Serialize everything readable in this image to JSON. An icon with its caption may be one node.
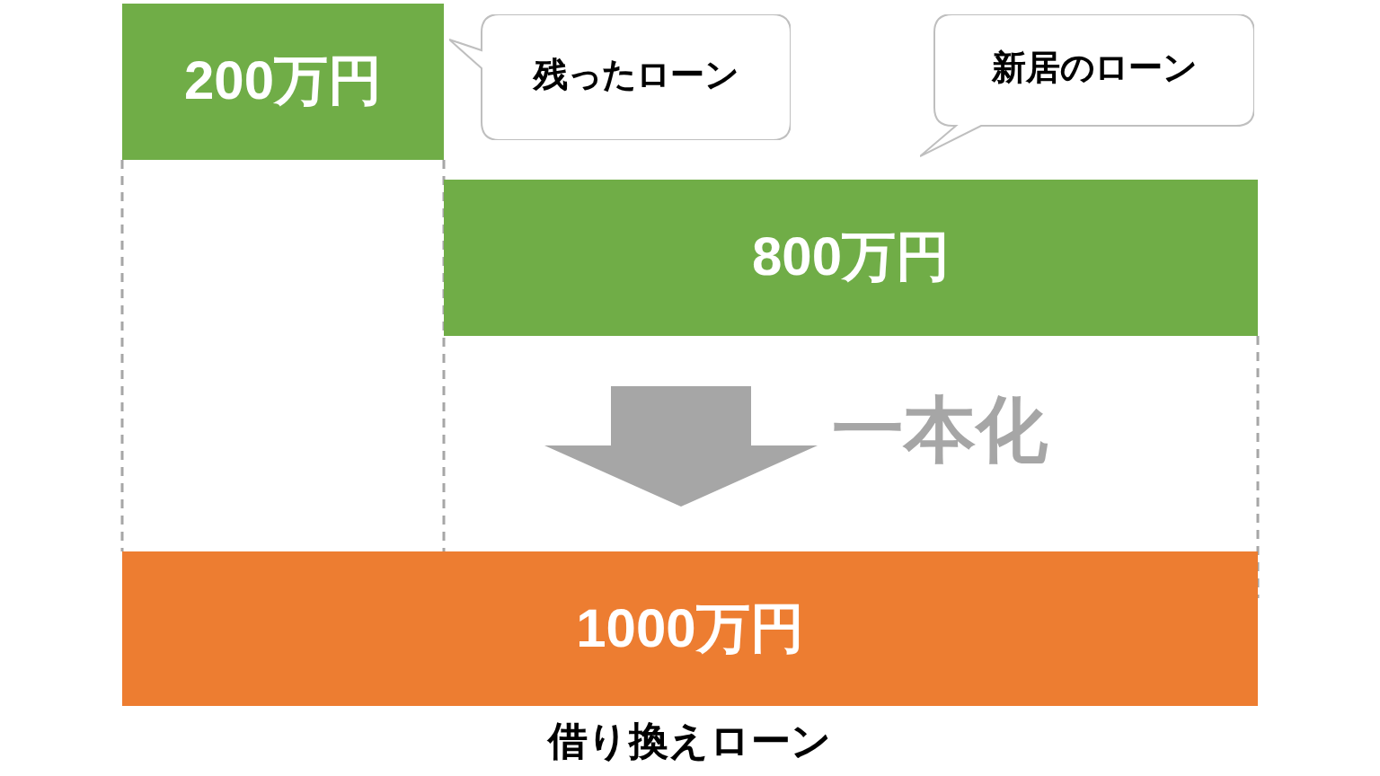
{
  "diagram": {
    "caption": "借り換えローン",
    "nodes": [
      {
        "text": [
          "200万円"
        ]
      },
      {
        "text": [
          "残ったローン"
        ]
      },
      {
        "text": [
          "新居のローン"
        ]
      },
      {
        "text": [
          "800万円"
        ]
      },
      {
        "text": [
          "1000万円"
        ]
      }
    ],
    "edges": [
      {
        "from": 3,
        "to": 4,
        "arrow": "to",
        "label": "一本化",
        "style": "thick",
        "color": "#a6a6a6"
      }
    ]
  }
}
